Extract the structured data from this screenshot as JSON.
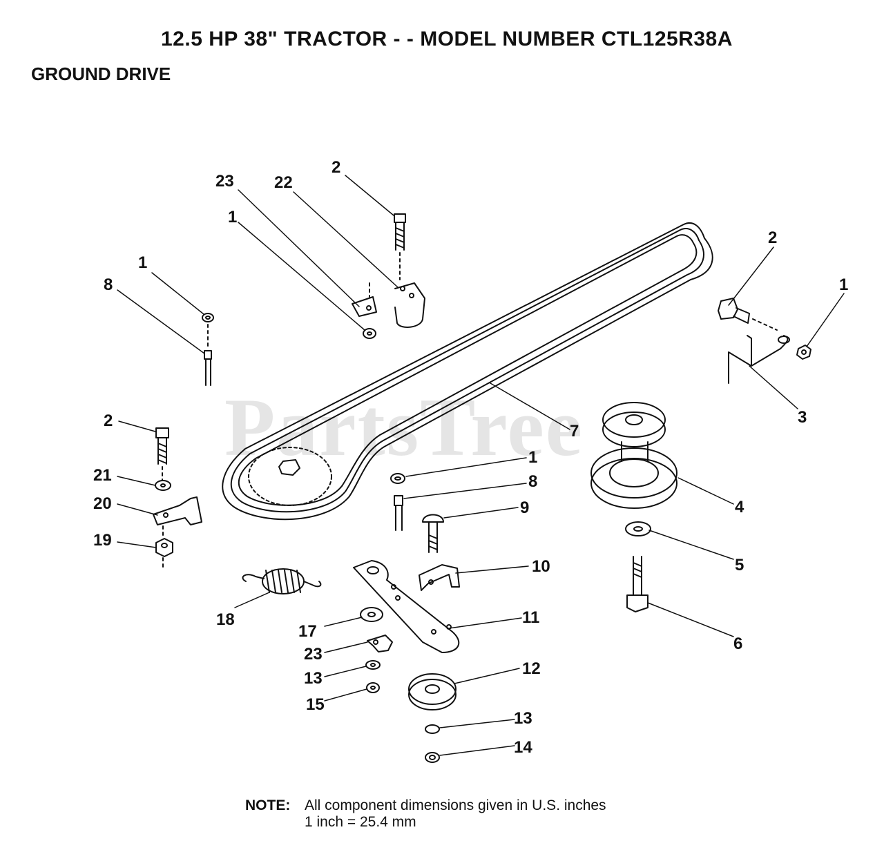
{
  "header": {
    "title": "12.5 HP 38\" TRACTOR - - MODEL NUMBER CTL125R38A",
    "section": "GROUND DRIVE"
  },
  "watermark": "PartsTree",
  "callouts": {
    "c_2_top": "2",
    "c_23_top": "23",
    "c_22": "22",
    "c_1_upper": "1",
    "c_1_left": "1",
    "c_8_left": "8",
    "c_2_right": "2",
    "c_1_right": "1",
    "c_3": "3",
    "c_7": "7",
    "c_2_left": "2",
    "c_21": "21",
    "c_20": "20",
    "c_19": "19",
    "c_1_mid": "1",
    "c_8_mid": "8",
    "c_9": "9",
    "c_4": "4",
    "c_5": "5",
    "c_10": "10",
    "c_6": "6",
    "c_11": "11",
    "c_18": "18",
    "c_17": "17",
    "c_23_bottom": "23",
    "c_12": "12",
    "c_13_left": "13",
    "c_15": "15",
    "c_13_right": "13",
    "c_14": "14"
  },
  "note": {
    "label": "NOTE:",
    "line1": "All component dimensions given in U.S. inches",
    "line2": "1 inch = 25.4 mm"
  }
}
